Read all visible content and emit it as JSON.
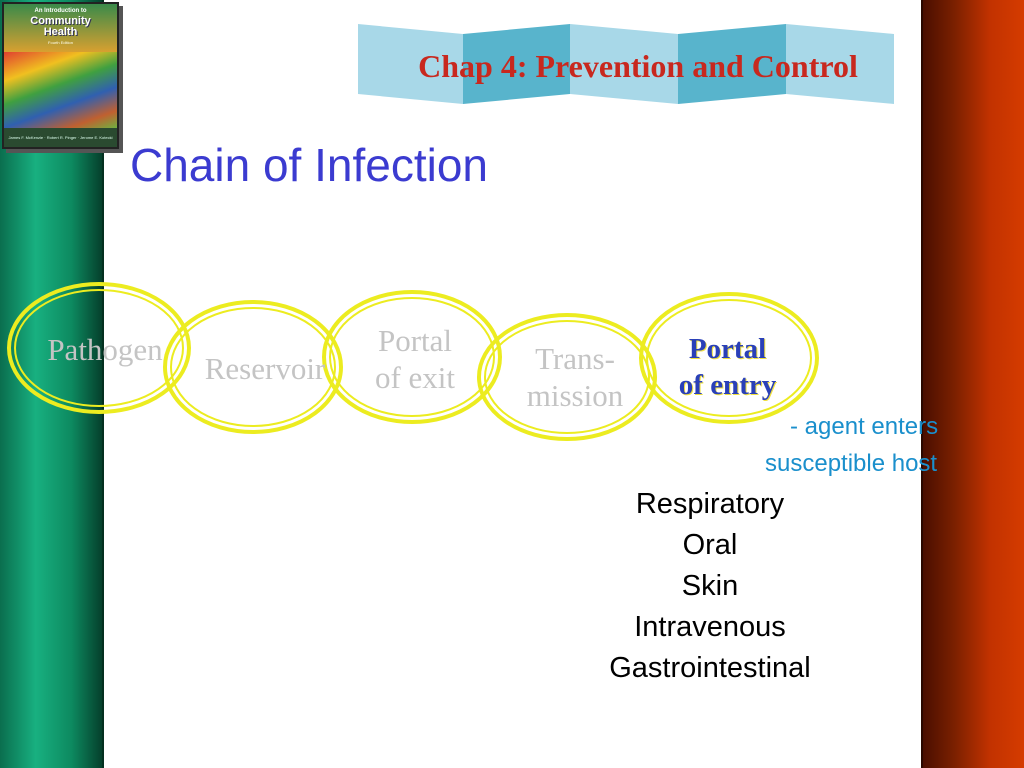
{
  "book": {
    "title_small": "An Introduction to",
    "title_large_1": "Community",
    "title_large_2": "Health",
    "edition": "Fourth Edition",
    "authors": "James F. McKenzie · Robert R. Pinger · Jerome E. Kotecki"
  },
  "header": {
    "chapter_title": "Chap 4: Prevention and Control",
    "slide_title": "Chain of Infection"
  },
  "chain": {
    "links": [
      {
        "label_1": "Pathogen",
        "label_2": "",
        "state": "faded"
      },
      {
        "label_1": "Reservoir",
        "label_2": "",
        "state": "faded"
      },
      {
        "label_1": "Portal",
        "label_2": "of exit",
        "state": "faded"
      },
      {
        "label_1": "Trans-",
        "label_2": "mission",
        "state": "faded"
      },
      {
        "label_1": "Portal",
        "label_2": "of entry",
        "state": "active"
      }
    ],
    "ring_color": "#ecec20"
  },
  "description": {
    "dash": "-",
    "line_1": "agent enters",
    "line_2": "susceptible host"
  },
  "routes": [
    "Respiratory",
    "Oral",
    "Skin",
    "Intravenous",
    "Gastrointestinal"
  ],
  "colors": {
    "chapter_title": "#c8281e",
    "slide_title": "#3b3bd0",
    "active_label": "#2a40b8",
    "description": "#1a8fcc",
    "faded_label": "#c4c4c4"
  }
}
